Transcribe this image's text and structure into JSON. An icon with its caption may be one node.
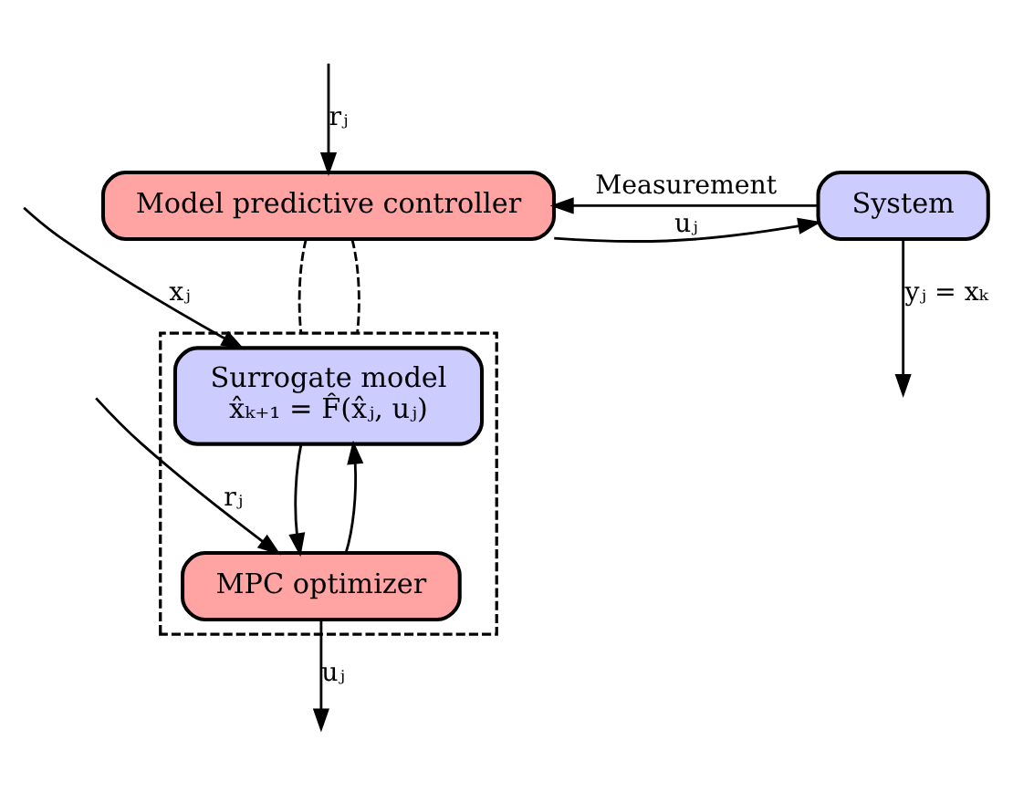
{
  "diagram": {
    "nodes": [
      {
        "text": [
          "Model predictive controller"
        ]
      },
      {
        "text": [
          "System"
        ]
      },
      {
        "text": [],
        "shape": "box"
      },
      {
        "text": [
          "Surrogate model",
          "x̂ₖ₊₁ = F̂(x̂ⱼ, uⱼ)"
        ],
        "in": 2
      },
      {
        "text": [
          "MPC optimizer"
        ],
        "in": 2
      }
    ],
    "edges": [
      {
        "from": null,
        "to": 0,
        "arrow": "to",
        "label": "rⱼ"
      },
      {
        "from": 0,
        "to": 1,
        "arrow": "to",
        "label": "uⱼ"
      },
      {
        "from": 1,
        "to": null,
        "arrow": "to",
        "label": "yⱼ = xₖ"
      },
      {
        "from": 1,
        "to": 0,
        "arrow": "to",
        "label": "Measurement"
      },
      {
        "from": 0,
        "to": 2,
        "arrow": "none",
        "style": "dashed"
      },
      {
        "from": 0,
        "to": 2,
        "arrow": "none",
        "style": "dashed"
      },
      {
        "from": null,
        "to": 3,
        "arrow": "to",
        "label": "xⱼ"
      },
      {
        "from": 3,
        "to": 4,
        "arrow": "to"
      },
      {
        "from": 4,
        "to": 3,
        "arrow": "to"
      },
      {
        "from": null,
        "to": 4,
        "arrow": "to",
        "label": "rⱼ"
      },
      {
        "from": 4,
        "to": null,
        "arrow": "to",
        "label": "uⱼ"
      }
    ]
  }
}
